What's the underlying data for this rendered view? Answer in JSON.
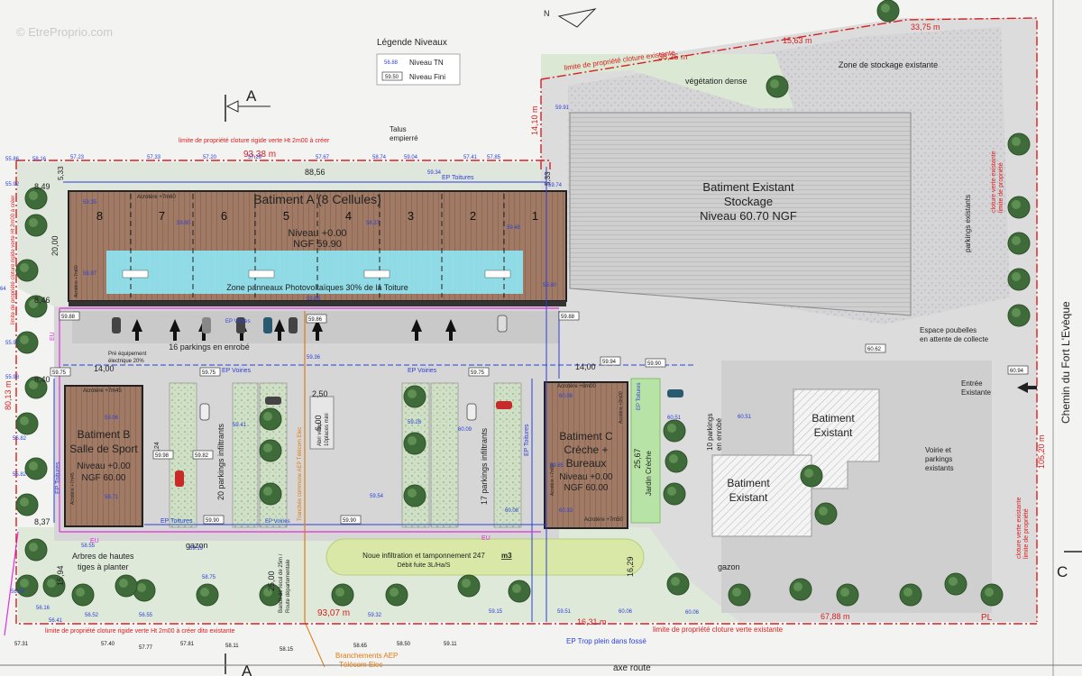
{
  "watermark": "© EtreProprio.com",
  "legend": {
    "title": "Légende Niveaux",
    "items": [
      {
        "value": "56.88",
        "label": "Niveau TN"
      },
      {
        "value": "59.50",
        "label": "Niveau Fini"
      }
    ]
  },
  "sections": {
    "a_top": "A",
    "a_bottom": "A",
    "c": "C"
  },
  "buildings": {
    "a": {
      "title": "Batiment A (8 Cellules)",
      "level": "Niveau +0.00",
      "ngf": "NGF 59.90",
      "cells": [
        "8",
        "7",
        "6",
        "5",
        "4",
        "3",
        "2",
        "1"
      ],
      "acrotere": "Acrotère +7m60",
      "acrotere_side": "Acrotère +7m60",
      "pv": "Zone panneaux Photovoltaïques 30% de la Toiture"
    },
    "b": {
      "line1": "Batiment B",
      "line2": "Salle de Sport",
      "level": "Niveau +0.00",
      "ngf": "NGF 60.00",
      "acrotere_top": "Acrotère +7m45",
      "acrotere_side": "Acrotère +7m45"
    },
    "c": {
      "line1": "Batiment C",
      "line2": "Crèche +",
      "line3": "Bureaux",
      "level": "Niveau +0.00",
      "ngf": "NGF 60.00",
      "acrotere_top": "Acrotère +8m00",
      "acrotere_side": "Acrotère +8m00",
      "acrotere_low": "Acrotère +7m50",
      "acrotere_low2": "Acrotère +7m50"
    },
    "existing_storage": {
      "line1": "Batiment Existant",
      "line2": "Stockage",
      "line3": "Niveau 60.70 NGF"
    },
    "existing_1": {
      "line1": "Batiment",
      "line2": "Existant"
    },
    "existing_2": {
      "line1": "Batiment",
      "line2": "Existant"
    }
  },
  "labels": {
    "storage_zone": "Zone de stockage existante",
    "vegetation": "végétation dense",
    "talus1": "Talus",
    "talus2": "empierré",
    "parking_16": "16 parkings en enrobé",
    "pre_equip1": "Pré équipement",
    "pre_equip2": "électrique 20%",
    "parking_20": "20 parkings infiltrants",
    "parking_17": "17 parkings infiltrants",
    "parking_10a": "10 parkings",
    "parking_10b": "en enrobé",
    "abri1": "Abri vélos",
    "abri2": "10places mini",
    "jardin": "Jardin Crèche",
    "trees1": "Arbres de hautes",
    "trees2": "tiges à planter",
    "gazon_left": "gazon",
    "gazon_right": "gazon",
    "noue1": "Noue infiltration et tamponnement 247",
    "noue_unit": "m3",
    "noue2": "Débit fuite 3L/Ha/S",
    "poubelles1": "Espace poubelles",
    "poubelles2": "en attente de collecte",
    "entree1": "Entrée",
    "entree2": "Existante",
    "voirie1": "Voirie et",
    "voirie2": "parkings",
    "voirie3": "existants",
    "parkings_exist": "parkings existants",
    "road": "Chemin du Fort L'Evèque",
    "axe": "axe route",
    "ep_toitures": "EP Toitures",
    "ep_toitures_b": "EP Toitures",
    "ep_toitures_b2": "EP Toitures",
    "ep_toitures_c": "EP Toitures",
    "ep_toitures_c2": "EP Toitures",
    "ep_voiries1": "EP Voiries",
    "ep_voiries2": "EP Voiries",
    "ep_voiries3": "EP Voiries",
    "ep_voiries4": "EP Voiries",
    "eu1": "EU",
    "eu2": "EU",
    "eu3": "EU",
    "ep_trop": "EP Trop plein dans fossé",
    "branch1": "Branchements AEP",
    "branch2": "Télécom Elec",
    "tranchee": "Tranchée commune AEP Télécom Elec",
    "bande1": "Bande de recul de 25m /",
    "bande2": "Route départementale",
    "pl": "PL"
  },
  "limits": {
    "top_left": "limite de propriété  cloture rigide verte Ht 2m00 à créer",
    "top_right": "limite de propriété  cloture existante",
    "bottom_left": "limite de propriété  cloture rigide verte Ht 2m00 à créer dito existante",
    "bottom_right": "limite de propriété  cloture verte existante",
    "right1": "limite de propriété",
    "right2": "cloture verte existante",
    "right3": "limite de propriété",
    "right4": "cloture verte existante",
    "left1": "limite de propriété  cloture rigide verte Ht 2m00 à créer"
  },
  "dimensions": {
    "top": "93,38 m",
    "bottom": "93,07 m",
    "d3375": "33,75 m",
    "d3825": "38,25 m",
    "d1563": "15,63 m",
    "d1410": "14,10 m",
    "d6788": "67,88 m",
    "d1631": "16,31 m",
    "d10520": "105,20 m",
    "d8013": "80,13 m",
    "d8856": "88,56",
    "d533a": "5,33",
    "d533b": "5,33",
    "d849": "8,49",
    "d2000": "20,00",
    "d846": "8,46",
    "d840": "8,40",
    "d1400a": "14,00",
    "d1400b": "14,00",
    "d837": "8,37",
    "d1594": "15,94",
    "d2500": "25,00",
    "d250": "2,50",
    "d600": "6,00",
    "d2567": "25,67",
    "d1629": "16,29",
    "d524": "5,24"
  },
  "levels_blue": [
    "57.23",
    "57.33",
    "57.20",
    "57.29",
    "57.67",
    "58.74",
    "59.04",
    "57.41",
    "57.85",
    "59.34",
    "59.74",
    "59.91",
    "59.35",
    "59.80",
    "58.37",
    "59.48",
    "58.97",
    "59.80",
    "59.86",
    "59.36",
    "59.06",
    "59.41",
    "59.28",
    "60.09",
    "58.71",
    "59.54",
    "60.08",
    "59.85",
    "60.51",
    "60.51",
    "58.55",
    "59.19",
    "58.75",
    "59.15",
    "59.51",
    "60.06",
    "55.86",
    "58.16",
    "55.92",
    "64",
    "55.97",
    "55.98",
    "55.82",
    "55.82",
    "56.38",
    "56.16",
    "56.41",
    "56.52",
    "56.55",
    "59.32",
    "60.33",
    "60.08",
    "60.06"
  ],
  "levels_box": [
    "59.88",
    "59.86",
    "59.88",
    "59.75",
    "59.75",
    "59.94",
    "59.75",
    "59.90",
    "59.98",
    "59.82",
    "59.90",
    "59.90",
    "60.62",
    "60.94"
  ],
  "levels_bottom": [
    "57.31",
    "57.40",
    "57.77",
    "57.81",
    "58.11",
    "58.15",
    "58.65",
    "58.50",
    "59.11"
  ]
}
